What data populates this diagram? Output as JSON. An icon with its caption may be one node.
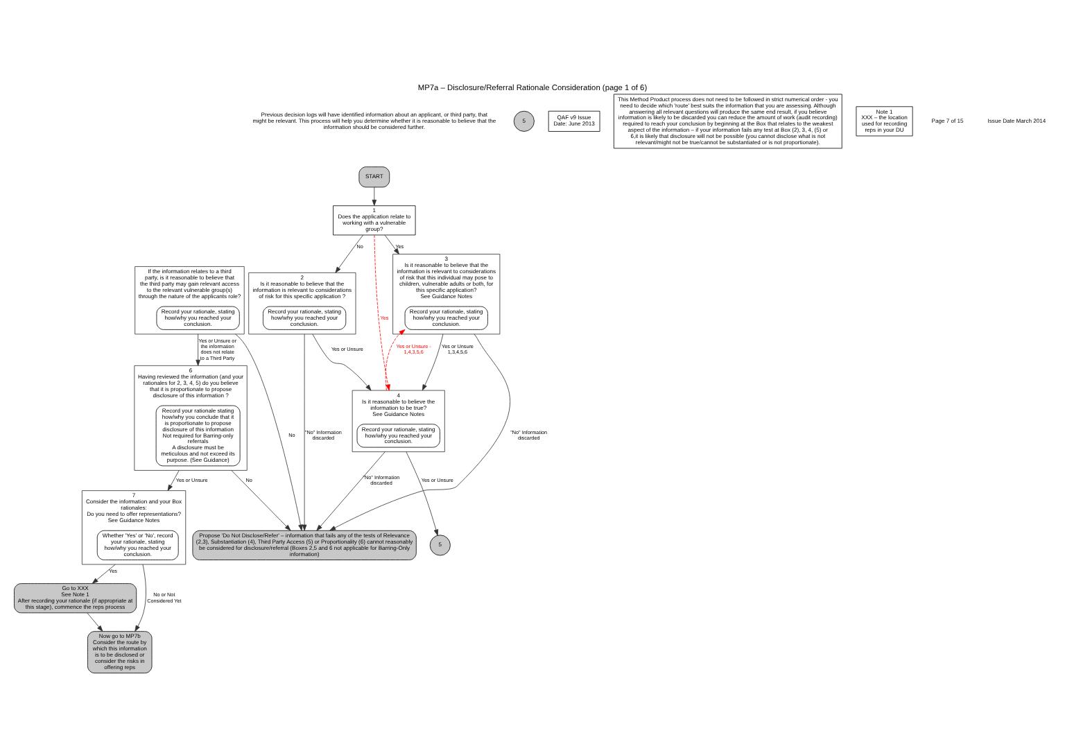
{
  "diagram": {
    "title": "MP7a – Disclosure/Referral Rationale Consideration (page 1 of 6)",
    "nodes": [
      {
        "text": [
          "START"
        ]
      },
      {
        "text": [
          "1",
          "Does the application relate to working with a vulnerable group?"
        ]
      },
      {
        "text": [
          "2",
          "Is it reasonable to believe that the information is relevant to considerations of risk for this specific application ?"
        ]
      },
      {
        "text": [
          "Record your rationale, stating how/why you reached your conclusion."
        ],
        "in": 2
      },
      {
        "text": [
          "3",
          "Is it reasonable to believe that the information is relevant to considerations of risk that this individual may pose to children, vulnerable adults or both, for this specific application?",
          "See Guidance Notes"
        ]
      },
      {
        "text": [
          "Record your rationale, stating how/why you reached your conclusion."
        ],
        "in": 4
      },
      {
        "text": [
          "4",
          "Is it reasonable to believe the information to be true?",
          "See Guidance Notes"
        ]
      },
      {
        "text": [
          "Record your rationale, stating how/why you reached your conclusion."
        ],
        "in": 6
      },
      {
        "text": [
          "5"
        ]
      },
      {
        "text": [
          "Propose 'Do Not Disclose/Refer' – information that fails any of the tests of Relevance (2,3), Substantiation (4), Third Party Access (5) or Proportionality (6) cannot reasonably be considered for disclosure/referral (Boxes 2,5 and 6 not applicable for Barring-Only information)"
        ]
      },
      {
        "text": [
          "Go to XXX",
          "See Note 1",
          "After recording your rationale (if appropriate at this stage), commence the reps process"
        ]
      },
      {
        "text": [
          "5"
        ]
      },
      {
        "text": [
          "If the information relates to a third party, is it reasonable to believe that the third party may gain relevant access to the relevant vulnerable group(s) through the nature of the applicants role?"
        ]
      },
      {
        "text": [
          "Record your rationale, stating how/why you reached your conclusion."
        ],
        "in": 12
      },
      {
        "text": [
          "6",
          "Having reviewed the information (and your rationales for 2, 3, 4, 5) do you believe that it is proportionate to propose disclosure of this information ?"
        ]
      },
      {
        "text": [
          "Record your rationale stating how/why you conclude that it is proportionate to propose disclosure of this information",
          "Not required for Barring-only referrals",
          "A disclosure must be meticulous and not exceed its purpose. (See Guidance)"
        ],
        "in": 14
      },
      {
        "text": [
          "7",
          "Consider the information and your Box rationales:",
          "Do you need to offer representations?",
          "See Guidance Notes"
        ]
      },
      {
        "text": [
          "Whether 'Yes' or 'No', record your rationale, stating how/why you reached your conclusion."
        ],
        "in": 16
      },
      {
        "text": [
          "Now go to MP7b",
          "Consider the route by which this information is to be disclosed or consider the risks in offering reps"
        ]
      },
      {
        "text": [
          "QAF v9 Issue Date: June 2013"
        ]
      },
      {
        "text": [
          "This Method Product process does not need to be followed in strict numerical order - you need to decide which 'route' best suits the information that you are assessing. Although answering all relevant questions will produce the same end result, if you believe information is likely to be discarded you can reduce the amount of work (audit recording) required to reach your conclusion by beginning at the Box that relates to the weakest aspect of the information – if your information fails any test at Box (2), 3, 4, (5) or 6,it is likely that disclosure will not be possible (you cannot disclose what is not relevant/might not be true/cannot be substantiated or is not proportionate)."
        ]
      },
      {
        "text": [
          "Note 1",
          "XXX – the location used for recording reps in your DU"
        ]
      }
    ],
    "edges": [
      {
        "from": 0,
        "to": 1,
        "arrow": "to"
      },
      {
        "from": 1,
        "to": 2,
        "arrow": "to",
        "label": "No"
      },
      {
        "from": 1,
        "to": 4,
        "arrow": "to",
        "label": "Yes"
      },
      {
        "from": 1,
        "to": 6,
        "arrow": "to",
        "label": "Yes",
        "style": "dashed",
        "color": "#ff0000"
      },
      {
        "from": 2,
        "to": 6,
        "arrow": "to",
        "label": "Yes or Unsure"
      },
      {
        "from": 4,
        "to": 6,
        "arrow": "to",
        "label": "Yes or Unsure 1,3,4,5,6"
      },
      {
        "from": 6,
        "to": 5,
        "arrow": "to",
        "label": "Yes or Unsure - 1,4,3,5,6",
        "style": "dashed",
        "color": "#ff0000"
      },
      {
        "from": 6,
        "to": 8,
        "arrow": "to",
        "label": "Yes or Unsure"
      },
      {
        "from": 2,
        "to": 9,
        "arrow": "to",
        "label": "\"No\" Information discarded"
      },
      {
        "from": 4,
        "to": 9,
        "arrow": "to",
        "label": "\"No\" Information discarded"
      },
      {
        "from": 6,
        "to": 9,
        "arrow": "to",
        "label": "\"No\" Information discarded"
      },
      {
        "from": 12,
        "to": 9,
        "arrow": "to",
        "label": "No"
      },
      {
        "from": 12,
        "to": 14,
        "arrow": "to",
        "label": "Yes or Unsure or the information does not relate to a Third Party"
      },
      {
        "from": 14,
        "to": 9,
        "arrow": "to",
        "label": "No"
      },
      {
        "from": 14,
        "to": 16,
        "arrow": "to",
        "label": "Yes or Unsure"
      },
      {
        "from": 16,
        "to": 10,
        "arrow": "to",
        "label": "Yes"
      },
      {
        "from": 16,
        "to": 18,
        "arrow": "to",
        "label": "No or Not Considered Yet"
      },
      {
        "from": 10,
        "to": 18,
        "arrow": "to"
      }
    ],
    "labels": [
      "Previous decision logs will have identified information about an applicant, or third party, that might be relevant. This process will help you determine whether it is reasonable to believe that the information should be considered further.",
      "Page 7 of 15",
      "Issue Date March 2014"
    ]
  }
}
